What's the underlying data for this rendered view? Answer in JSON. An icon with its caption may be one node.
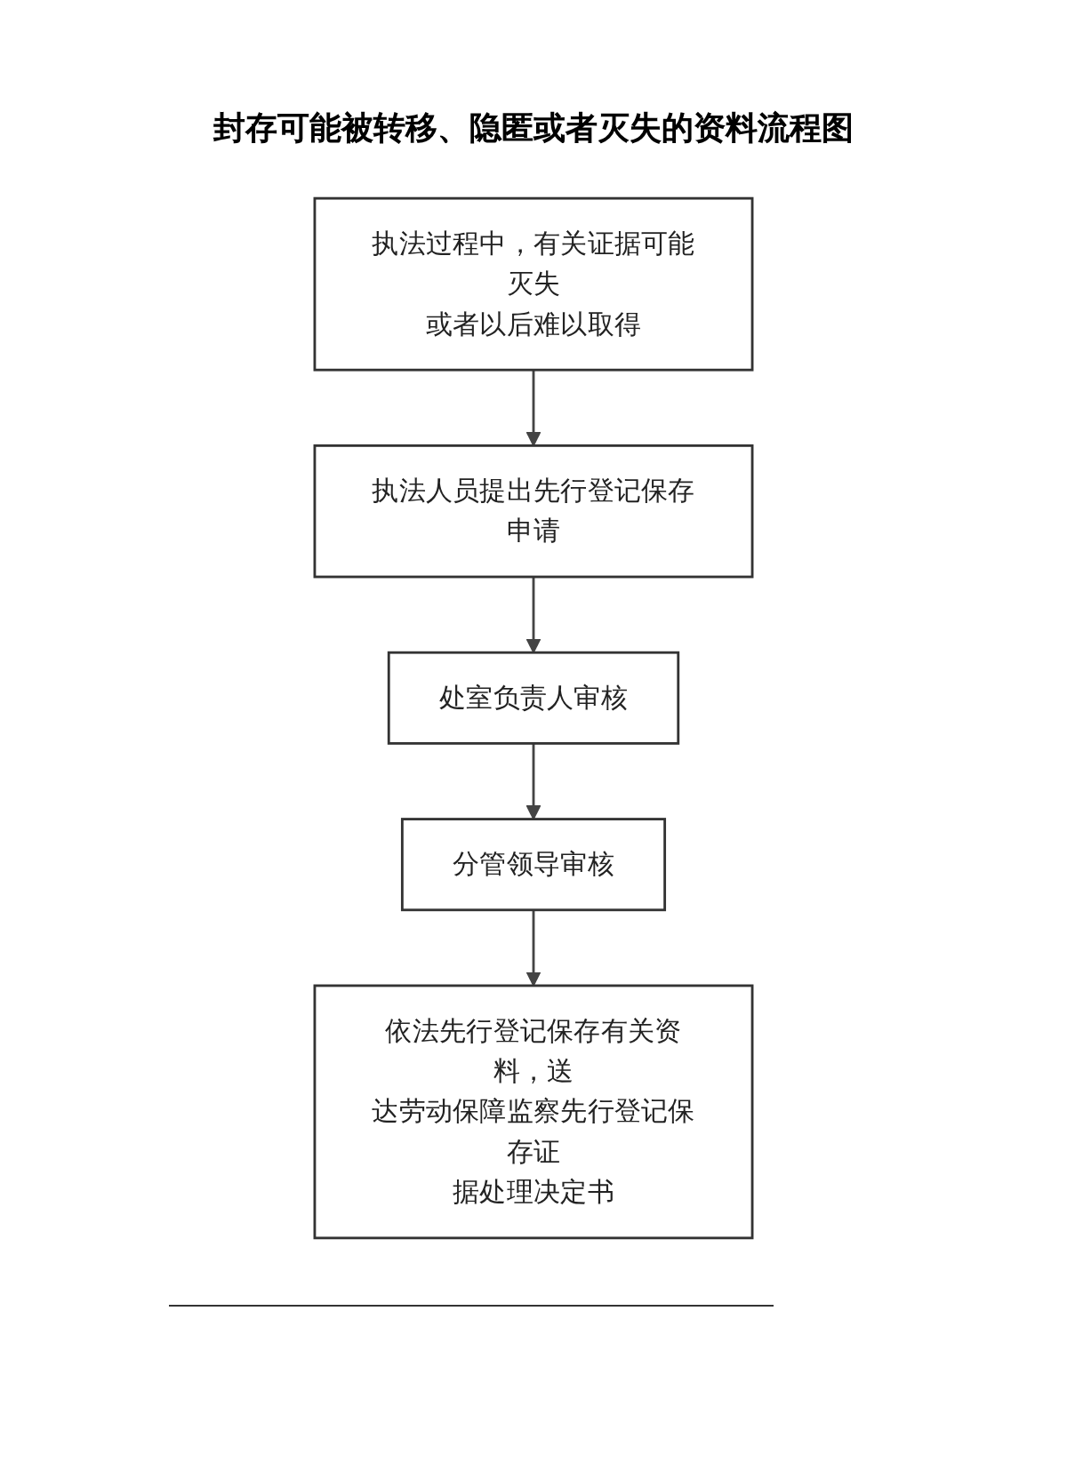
{
  "diagram": {
    "title": "封存可能被转移、隐匿或者灭失的资料流程图",
    "nodes": [
      {
        "text": [
          "执法过程中，有关证据可能灭失或者以后难以取得"
        ]
      },
      {
        "text": [
          "执法人员提出先行登记保存申请"
        ]
      },
      {
        "text": [
          "处室负责人审核"
        ]
      },
      {
        "text": [
          "分管领导审核"
        ]
      },
      {
        "text": [
          "依法先行登记保存有关资料，送达劳动保障监察先行登记保存证据处理决定书"
        ]
      }
    ],
    "edges": [
      {
        "from": 0,
        "to": 1,
        "arrow": "to"
      },
      {
        "from": 1,
        "to": 2,
        "arrow": "to"
      },
      {
        "from": 2,
        "to": 3,
        "arrow": "to"
      },
      {
        "from": 3,
        "to": 4,
        "arrow": "to"
      }
    ]
  }
}
